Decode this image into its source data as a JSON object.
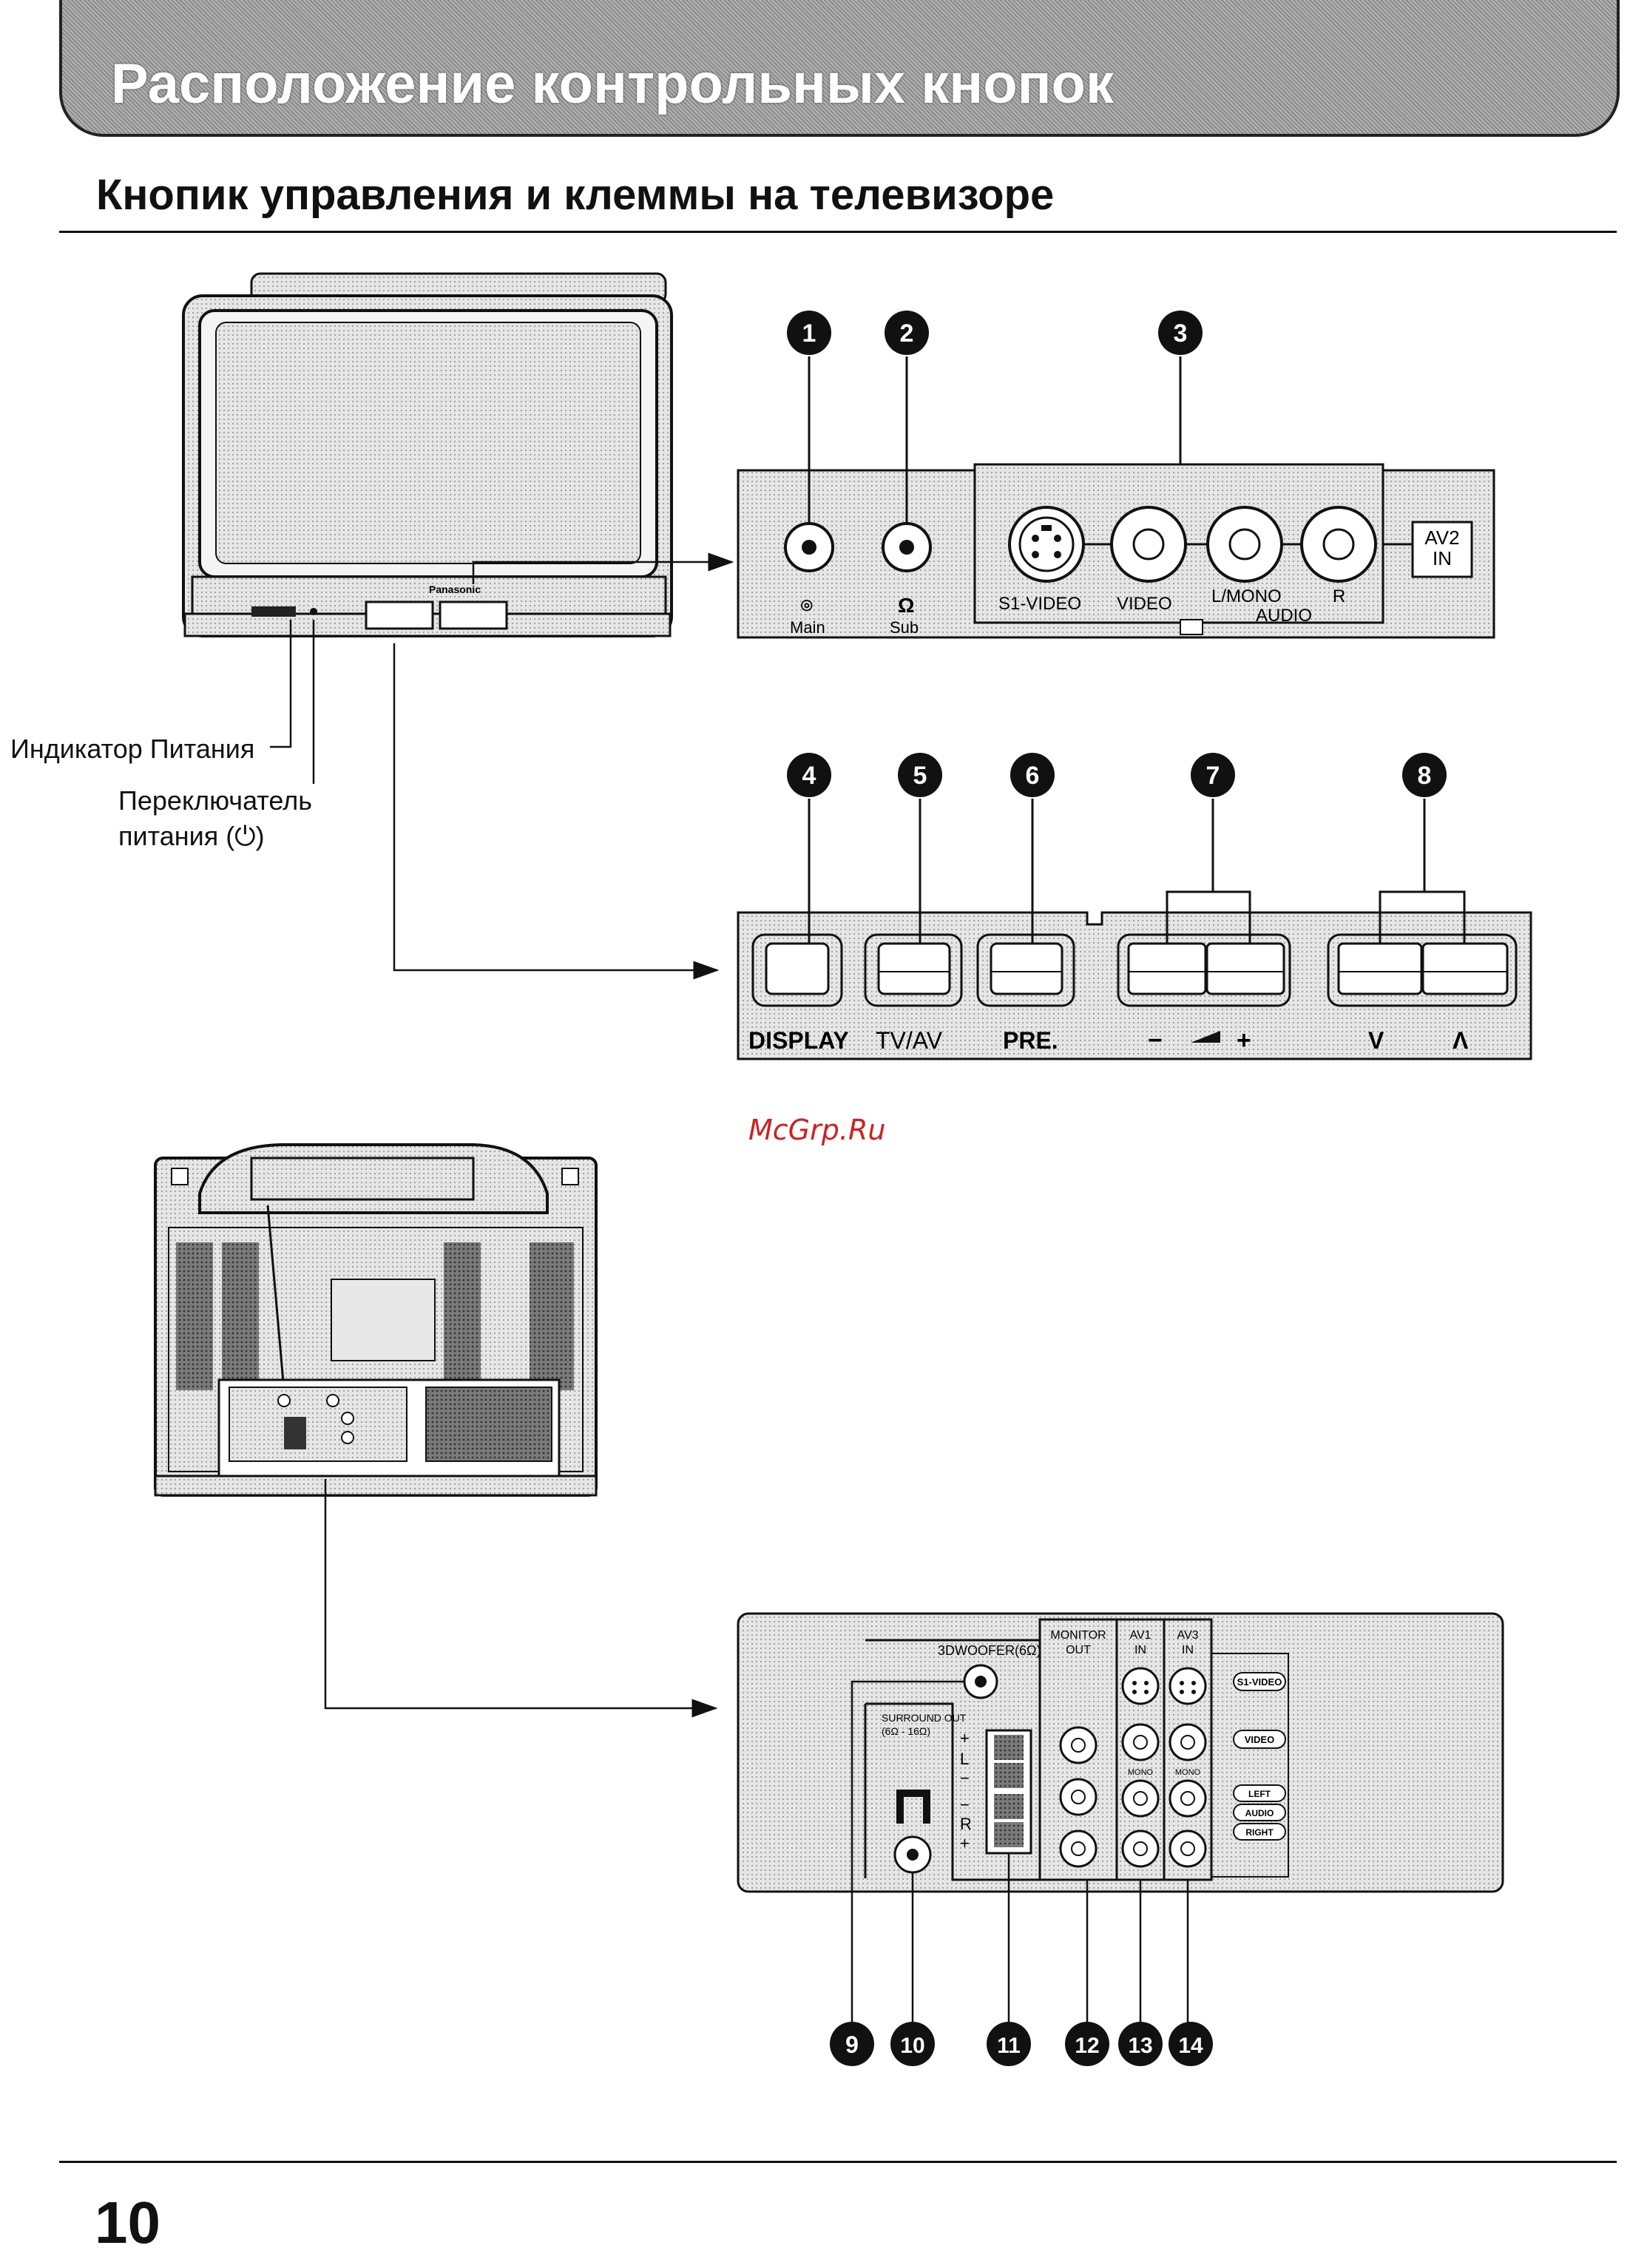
{
  "header": {
    "section_title": "Расположение контрольных кнопок"
  },
  "subtitle": "Кнопик управления и клеммы на телевизоре",
  "front_tv": {
    "brand": "Panasonic",
    "power_indicator_label": "Индикатор Питания",
    "power_switch_label_line1": "Переключатель",
    "power_switch_label_line2": "питания (⏻)"
  },
  "front_jack_panel": {
    "callouts": [
      "1",
      "2",
      "3"
    ],
    "headphone_main": "Main",
    "headphone_sub": "Sub",
    "s_video": "S1-VIDEO",
    "video": "VIDEO",
    "l_mono": "L/MONO",
    "r": "R",
    "audio": "AUDIO",
    "av2_line1": "AV2",
    "av2_line2": "IN"
  },
  "button_panel": {
    "callouts": [
      "4",
      "5",
      "6",
      "7",
      "8"
    ],
    "display": "DISPLAY",
    "tv_av": "TV/AV",
    "pre": "PRE.",
    "vol_minus": "−",
    "vol_plus": "+",
    "prog_down": "V",
    "prog_up": "Λ"
  },
  "rear_panel": {
    "callouts": [
      "9",
      "10",
      "11",
      "12",
      "13",
      "14"
    ],
    "woofer": "3DWOOFER(6Ω)",
    "surround_line1": "SURROUND OUT",
    "surround_line2": "(6Ω - 16Ω)",
    "monitor_out_line1": "MONITOR",
    "monitor_out_line2": "OUT",
    "av1_line1": "AV1",
    "av1_line2": "IN",
    "av3_line1": "AV3",
    "av3_line2": "IN",
    "mono": "MONO",
    "s1_video": "S1-VIDEO",
    "video": "VIDEO",
    "left": "LEFT",
    "audio": "AUDIO",
    "right": "RIGHT",
    "surround_l": "L",
    "surround_r": "R",
    "plus": "+",
    "minus": "−"
  },
  "watermark": "McGrp.Ru",
  "page_number": "10"
}
